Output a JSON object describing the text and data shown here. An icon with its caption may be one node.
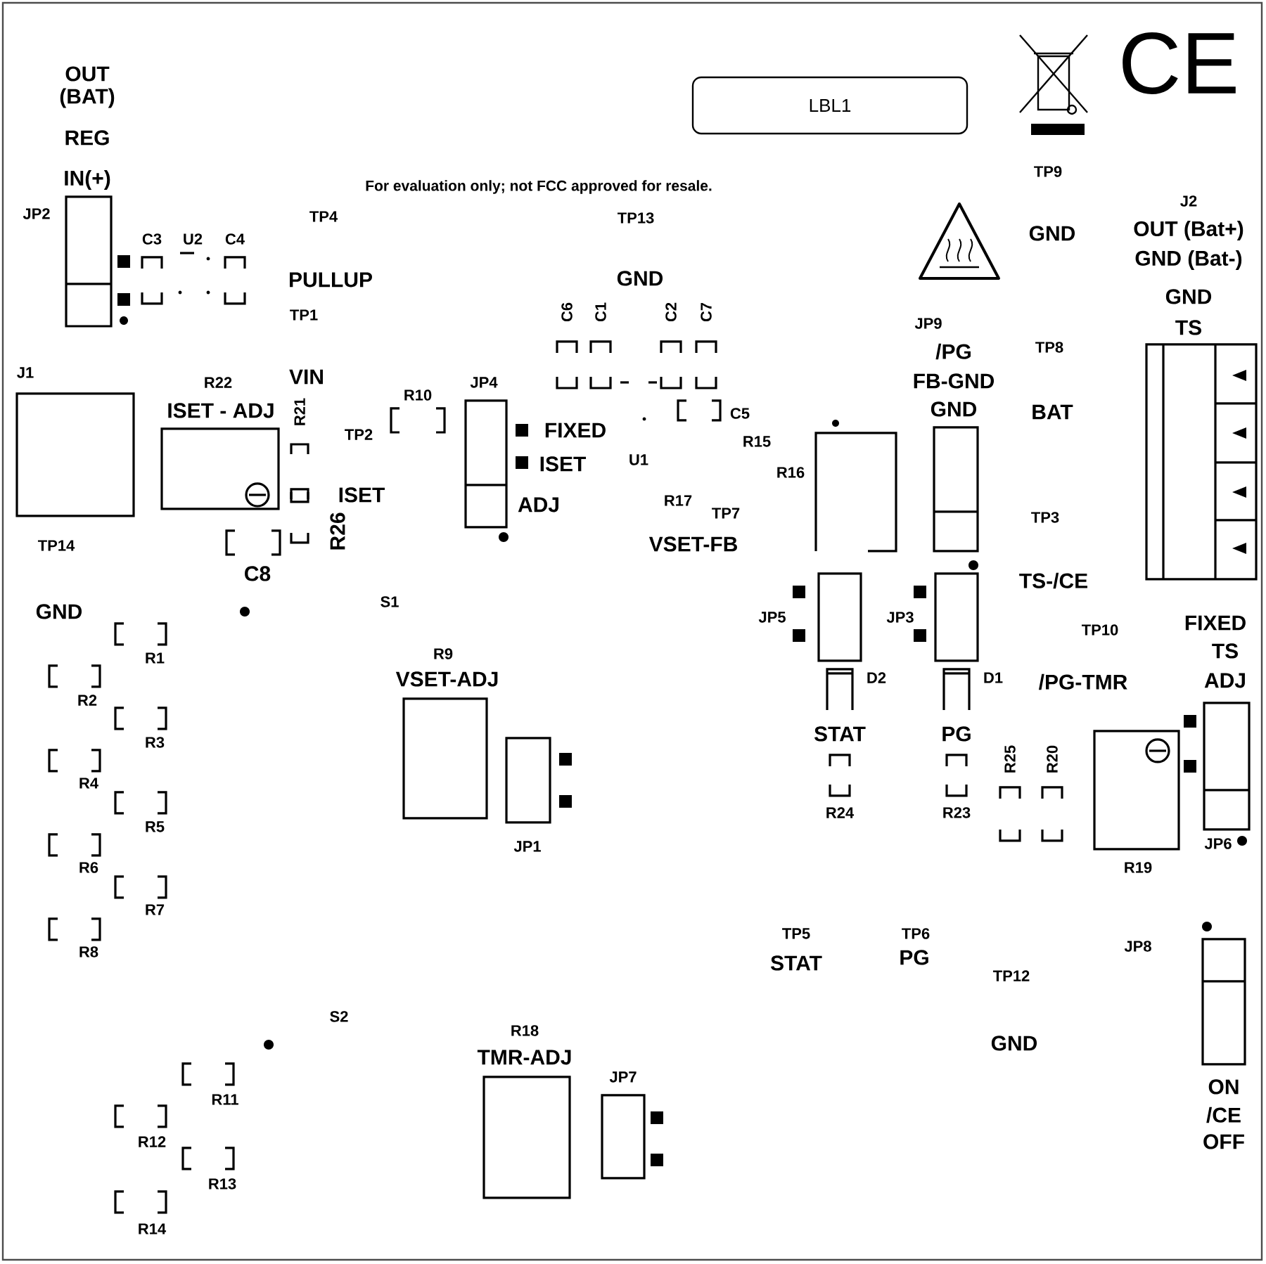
{
  "diagram": {
    "nodes": [
      {
        "text": [
          "LBL1"
        ]
      }
    ],
    "labels": [
      "OUT (BAT)",
      "REG",
      "IN(+)",
      "JP2",
      "For evaluation only; not FCC approved for resale.",
      "TP4",
      "TP13",
      "C3",
      "U2",
      "C4",
      "PULLUP",
      "TP1",
      "GND",
      "C6",
      "C1",
      "C2",
      "C7",
      "TP9",
      "GND",
      "J2",
      "OUT (Bat+)",
      "GND (Bat-)",
      "GND",
      "JP9",
      "TS",
      "/PG",
      "FB-GND",
      "GND",
      "TP8",
      "BAT",
      "J1",
      "R22",
      "VIN",
      "ISET - ADJ",
      "R21",
      "R10",
      "JP4",
      "TP2",
      "FIXED",
      "ISET",
      "U1",
      "C5",
      "R15",
      "R16",
      "ISET",
      "ADJ",
      "R17",
      "TP7",
      "TP14",
      "VSET-FB",
      "R26",
      "C8",
      "TP3",
      "TS-/CE",
      "GND",
      "S1",
      "JP5",
      "JP3",
      "TP10",
      "FIXED",
      "TS",
      "ADJ",
      "R1",
      "R2",
      "R3",
      "R4",
      "R5",
      "R6",
      "R7",
      "R8",
      "R9",
      "VSET-ADJ",
      "D2",
      "D1",
      "/PG-TMR",
      "STAT",
      "PG",
      "R25",
      "R20",
      "R24",
      "R23",
      "R19",
      "JP1",
      "JP6",
      "TP5",
      "STAT",
      "TP6",
      "PG",
      "JP8",
      "TP12",
      "S2",
      "GND",
      "R18",
      "TMR-ADJ",
      "JP7",
      "R11",
      "R12",
      "R13",
      "R14",
      "ON",
      "/CE",
      "OFF",
      "CE"
    ]
  }
}
